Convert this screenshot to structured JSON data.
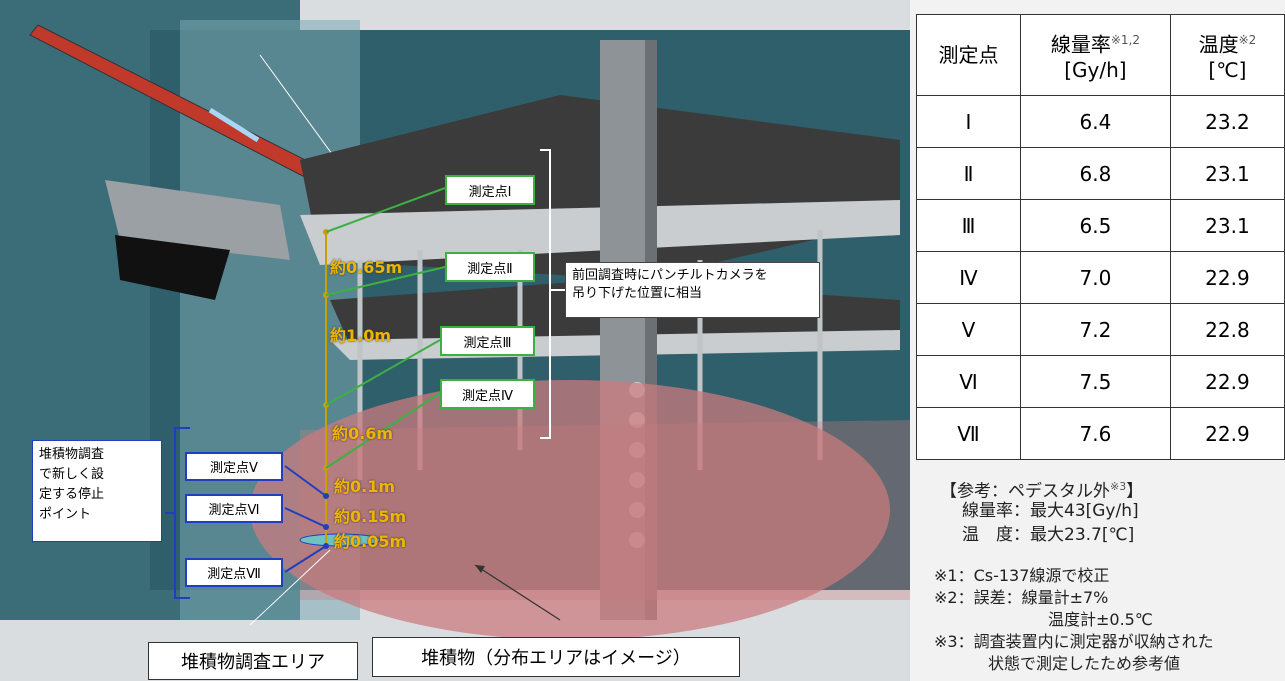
{
  "diagram": {
    "points": [
      {
        "label": "測定点Ⅰ"
      },
      {
        "label": "測定点Ⅱ"
      },
      {
        "label": "測定点Ⅲ"
      },
      {
        "label": "測定点Ⅳ"
      },
      {
        "label": "測定点Ⅴ"
      },
      {
        "label": "測定点Ⅵ"
      },
      {
        "label": "測定点Ⅶ"
      }
    ],
    "distances": [
      "約0.65m",
      "約1.0m",
      "約0.6m",
      "約0.1m",
      "約0.15m",
      "約0.05m"
    ],
    "callout_previous": "前回調査時にパンチルトカメラを\n吊り下げた位置に相当",
    "callout_new": "堆積物調査\nで新しく設\n定する停止\nポイント",
    "label_area": "堆積物調査エリア",
    "label_deposit": "堆積物（分布エリアはイメージ）"
  },
  "table": {
    "headers": {
      "point": "測定点",
      "dose": "線量率",
      "dose_sup": "※1,2",
      "dose_unit": "[Gy/h]",
      "temp": "温度",
      "temp_sup": "※2",
      "temp_unit": "[℃]"
    },
    "rows": [
      {
        "point": "Ⅰ",
        "dose": "6.4",
        "temp": "23.2"
      },
      {
        "point": "Ⅱ",
        "dose": "6.8",
        "temp": "23.1"
      },
      {
        "point": "Ⅲ",
        "dose": "6.5",
        "temp": "23.1"
      },
      {
        "point": "Ⅳ",
        "dose": "7.0",
        "temp": "22.9"
      },
      {
        "point": "Ⅴ",
        "dose": "7.2",
        "temp": "22.8"
      },
      {
        "point": "Ⅵ",
        "dose": "7.5",
        "temp": "22.9"
      },
      {
        "point": "Ⅶ",
        "dose": "7.6",
        "temp": "22.9"
      }
    ]
  },
  "reference": {
    "title": "【参考：ペデスタル外",
    "title_sup": "※3",
    "title_end": "】",
    "dose_line": "線量率：最大43[Gy/h]",
    "temp_line": "温　度：最大23.7[℃]"
  },
  "footnotes": {
    "n1": "※1：Cs-137線源で校正",
    "n2a": "※2：誤差：線量計±7%",
    "n2b": "温度計±0.5℃",
    "n3a": "※3：調査装置内に測定器が収納された",
    "n3b": "状態で測定したため参考値"
  }
}
